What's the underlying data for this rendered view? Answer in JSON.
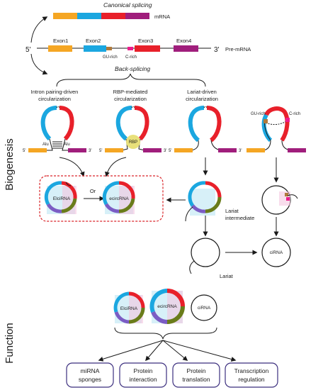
{
  "colors": {
    "exon1": "#f5a623",
    "exon2": "#1ba7e0",
    "exon3": "#e8202a",
    "exon4": "#a01e7c",
    "gu_rich": "#b07a3c",
    "c_rich": "#ec1e8c",
    "rbp": "#e8e07a",
    "frame": "#3b2e7e",
    "dashed_box": "#d9252a"
  },
  "top": {
    "canonical_label": "Canonical splicing",
    "mrna_label": "mRNA",
    "five_prime": "5'",
    "three_prime": "3'",
    "pre_mrna_label": "Pre-mRNA",
    "exon1": "Exon1",
    "exon2": "Exon2",
    "exon3": "Exon3",
    "exon4": "Exon4",
    "gu_rich": "GU-rich",
    "c_rich": "C-rich",
    "back_splicing_label": "Back-splicing"
  },
  "biogenesis": {
    "side_label": "Biogenesis",
    "col1_title_l1": "Intron pairing-driven",
    "col1_title_l2": "circularization",
    "col2_title_l1": "RBP-mediated",
    "col2_title_l2": "circularization",
    "col3_title_l1": "Lariat-driven",
    "col3_title_l2": "circularization",
    "alu": "Alu",
    "rbp": "RBP",
    "gu_rich": "GU-rich",
    "c_rich": "C-rich",
    "five": "5'",
    "three": "3'",
    "elcirna": "ElciRNA",
    "or": "Or",
    "ecircrna": "ecircRNA",
    "lariat_intermediate_l1": "Lariat",
    "lariat_intermediate_l2": "intermediate",
    "lariat": "Lariat",
    "cirna": "ciRNA"
  },
  "function": {
    "side_label": "Function",
    "elcirna": "ElciRNA",
    "ecircrna": "ecircRNA",
    "cirna": "ciRNA",
    "boxes": [
      {
        "l1": "miRNA",
        "l2": "sponges"
      },
      {
        "l1": "Protein",
        "l2": "interaction"
      },
      {
        "l1": "Protein",
        "l2": "translation"
      },
      {
        "l1": "Transcription",
        "l2": "regulation"
      }
    ]
  }
}
